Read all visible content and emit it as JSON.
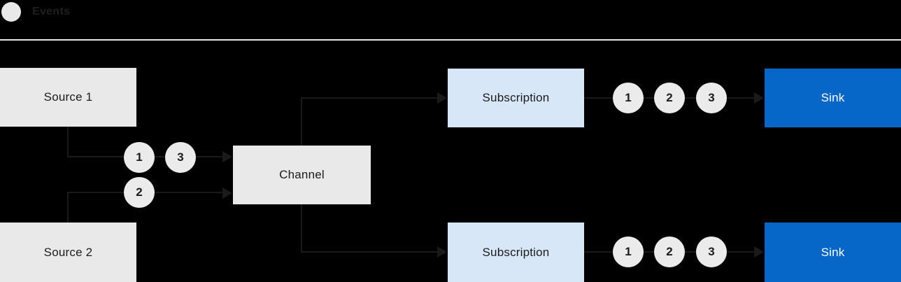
{
  "legend": {
    "label": "Events"
  },
  "nodes": {
    "source1": {
      "label": "Source 1"
    },
    "source2": {
      "label": "Source 2"
    },
    "channel": {
      "label": "Channel"
    },
    "subscription_top": {
      "label": "Subscription"
    },
    "subscription_bottom": {
      "label": "Subscription"
    },
    "sink_top": {
      "label": "Sink"
    },
    "sink_bottom": {
      "label": "Sink"
    }
  },
  "events": {
    "source1_to_channel": [
      "1",
      "3"
    ],
    "source2_to_channel": [
      "2"
    ],
    "subscription_top_to_sink": [
      "1",
      "2",
      "3"
    ],
    "subscription_bottom_to_sink": [
      "1",
      "2",
      "3"
    ]
  },
  "colors": {
    "background": "#000000",
    "node_gray": "#e9e9e9",
    "node_light_blue": "#d7e7f8",
    "node_blue": "#0667c9",
    "event_circle": "#ebebeb",
    "line": "#1a1a1a",
    "divider": "#e6e6e6",
    "text_dark": "#1b1b1b",
    "text_light": "#ffffff"
  }
}
